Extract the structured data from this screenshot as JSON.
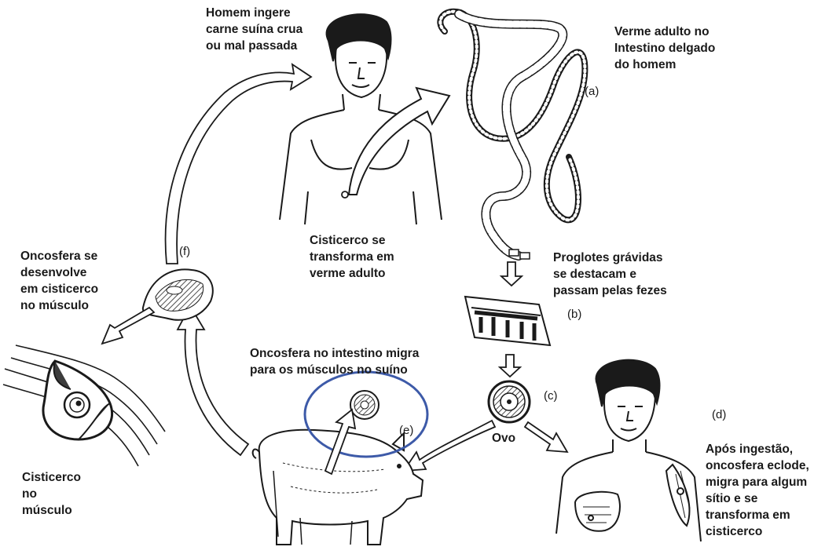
{
  "labels": {
    "homem_ingere": "Homem ingere\ncarne suína crua\nou mal passada",
    "verme_adulto": "Verme adulto no\nIntestino delgado\ndo homem",
    "cisticerco_transforma": "Cisticerco se\ntransforma em\nverme adulto",
    "proglotes": "Proglotes grávidas\nse destacam e\npassam pelas fezes",
    "oncosfera_desenvolve": "Oncosfera se\ndesenvolve\nem cisticerco\nno músculo",
    "oncosfera_migra": "Oncosfera no intestino migra\npara os músculos no suíno",
    "ovo": "Ovo",
    "apos_ingestao": "Após ingestão,\noncosfera eclode,\nmigra para algum\nsítio e se\ntransforma em\ncisticerco",
    "cisticerco_musculo": "Cisticerco\nno\nmúsculo"
  },
  "stage_tags": {
    "a": "(a)",
    "b": "(b)",
    "c": "(c)",
    "d": "(d)",
    "e": "(e)",
    "f": "(f)"
  },
  "colors": {
    "ink": "#1a1a1a",
    "highlight_circle": "#3d5aa8",
    "background": "#ffffff"
  }
}
